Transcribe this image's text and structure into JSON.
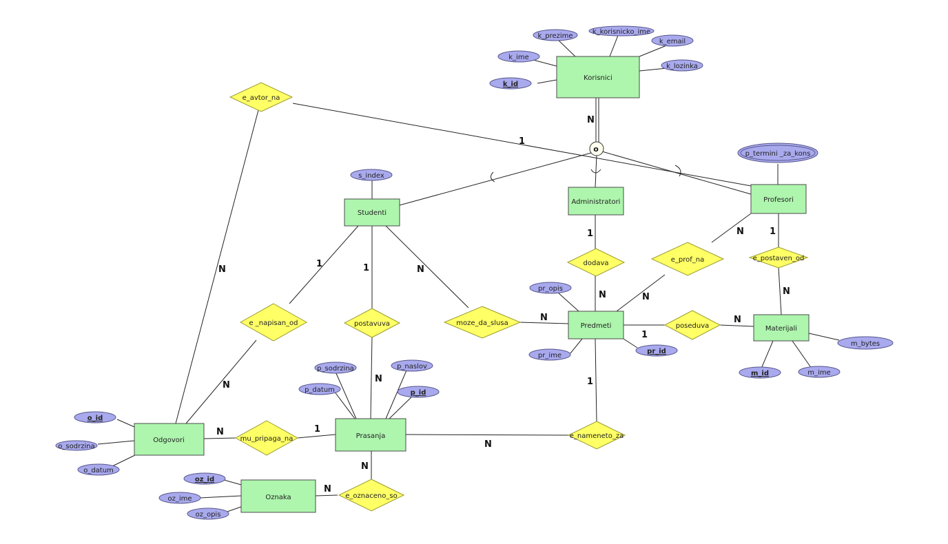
{
  "entities": {
    "korisnici": "Korisnici",
    "studenti": "Studenti",
    "administratori": "Administratori",
    "profesori": "Profesori",
    "predmeti": "Predmeti",
    "materijali": "Materijali",
    "odgovori": "Odgovori",
    "prasanja": "Prasanja",
    "oznaka": "Oznaka"
  },
  "relationships": {
    "e_avtor_na": "e_avtor_na",
    "e_napisan_od": "e _napisan_od",
    "postavuva": "postavuva",
    "moze_da_slusa": "moze_da_slusa",
    "dodava": "dodava",
    "e_prof_na": "e_prof_na",
    "e_postaven_od": "e_postaven_od",
    "poseduva": "poseduva",
    "mu_pripaga_na": "mu_pripaga_na",
    "e_nameneto_za": "e_nameneto_za",
    "e_oznaceno_so": "e_oznaceno_so"
  },
  "attributes": {
    "k_prezime": "k_prezime",
    "k_korisnicko_ime": "k_korisnicko_ime",
    "k_email": "k_email",
    "k_ime": "k_ime",
    "k_lozinka": "k_lozinka",
    "k_id": "k_id",
    "s_index": "s_index",
    "p_termini_za_kons": "p_termini _za_kons",
    "pr_opis": "pr_opis",
    "pr_ime": "pr_ime",
    "pr_id": "pr_id",
    "m_bytes": "m_bytes",
    "m_id": "m_id",
    "m_ime": "m_ime",
    "o_id": "o_id",
    "o_sodrzina": "o_sodrzina",
    "o_datum": "o_datum",
    "p_sodrzina": "p_sodrzina",
    "p_naslov": "p_naslov",
    "p_datum": "p_datum",
    "p_id": "p_id",
    "oz_id": "oz_id",
    "oz_ime": "oz_ime",
    "oz_opis": "oz_opis"
  },
  "specialization": {
    "symbol": "o"
  },
  "cardinalities": {
    "korisnici_spec": "N",
    "avtor_profesori": "1",
    "avtor_odgovori": "N",
    "studenti_napisan": "1",
    "studenti_postavuva": "1",
    "studenti_moze": "N",
    "admin_dodava": "1",
    "profesori_prof_na": "N",
    "profesori_postaven": "1",
    "dodava_predmeti": "N",
    "prof_na_predmeti": "N",
    "postaven_materijali": "N",
    "moze_predmeti": "N",
    "poseduva_materijali": "N",
    "predmeti_poseduva": "1",
    "predmeti_nameneto": "1",
    "napisan_odgovori": "N",
    "postavuva_prasanja": "N",
    "odgovori_pripaga": "N",
    "pripaga_prasanja": "1",
    "prasanja_nameneto": "N",
    "prasanja_oznaceno": "N",
    "oznaka_oznaceno": "N"
  }
}
